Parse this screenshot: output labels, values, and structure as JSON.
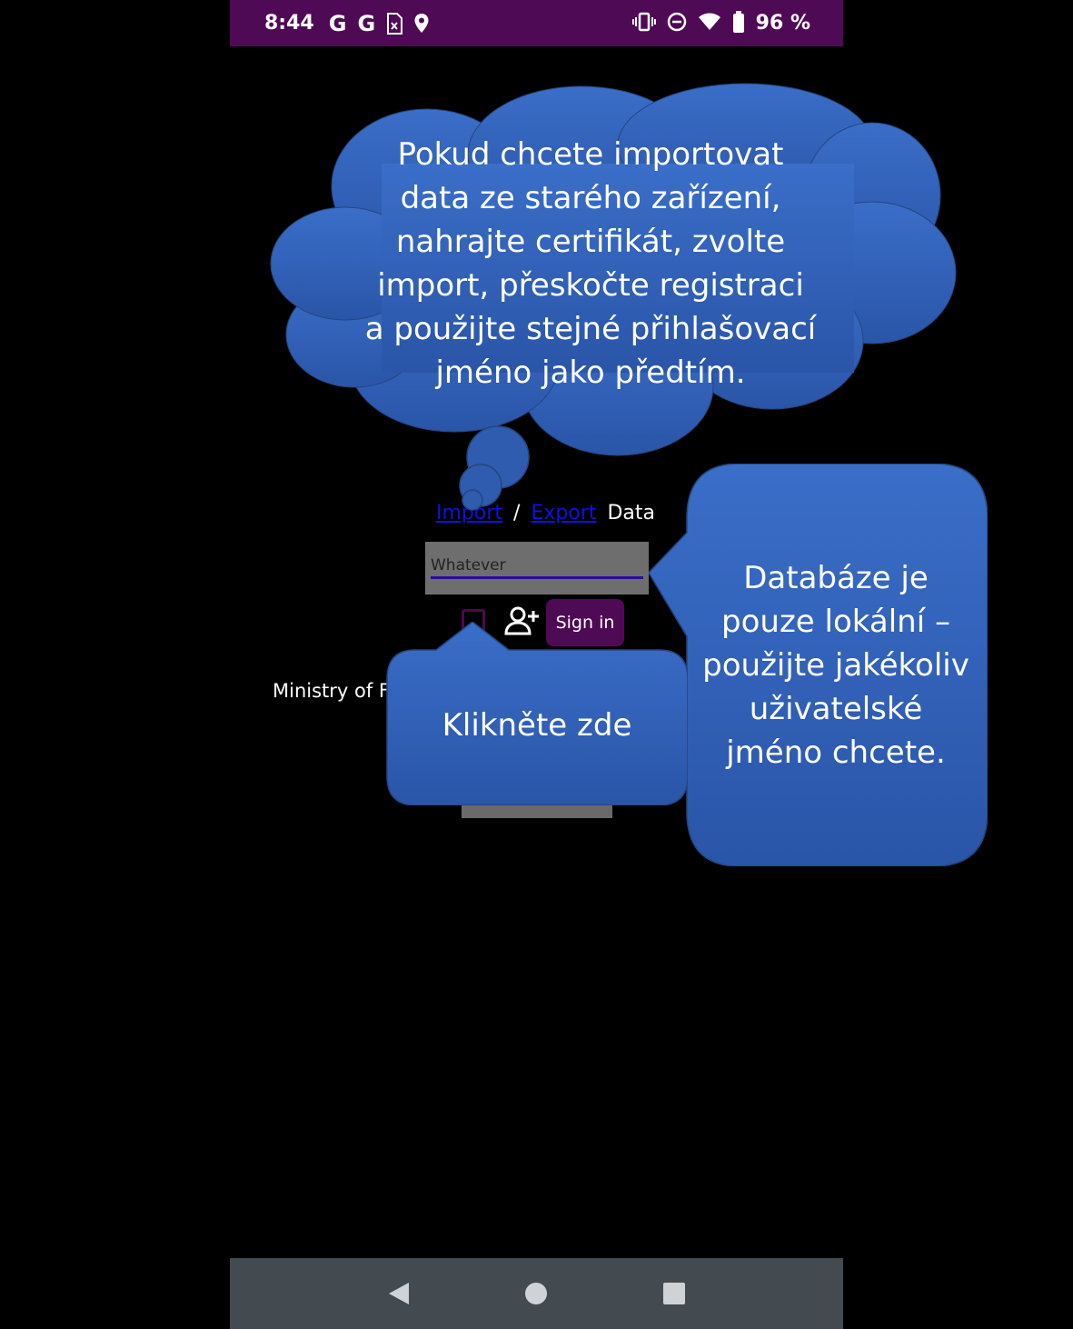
{
  "status_bar": {
    "time": "8:44",
    "notification_icons": [
      "google-icon",
      "google-icon",
      "sim-card-icon",
      "location-pin-icon"
    ],
    "google_letter": "G",
    "right_icons": [
      "vibrate-icon",
      "do-not-disturb-icon",
      "wifi-icon",
      "battery-icon"
    ],
    "battery_percent": "96 %"
  },
  "app": {
    "header": {
      "import_link": "Import",
      "separator": "/",
      "export_link": "Export",
      "suffix": "Data"
    },
    "username_input": {
      "value": "Whatever"
    },
    "register_icon": "add-user-icon",
    "sign_in_label": "Sign in",
    "footer_text": "Ministry of F"
  },
  "callouts": {
    "cloud_text": "Pokud chcete importovat data ze starého zařízení, nahrajte certifikát, zvolte import, přeskočte registraci a použijte stejné přihlašovací jméno jako předtím.",
    "database_text": "Databáze je pouze lokální – použijte jakékoliv uživatelské jméno chcete.",
    "click_here_text": "Klikněte zde"
  },
  "nav_bar": {
    "buttons": [
      "back-icon",
      "home-icon",
      "recents-icon"
    ]
  },
  "colors": {
    "status_bar": "#4f0a55",
    "callout_blue": "#2f5cae",
    "nav_bar": "#434a50",
    "link": "#1010e0"
  }
}
